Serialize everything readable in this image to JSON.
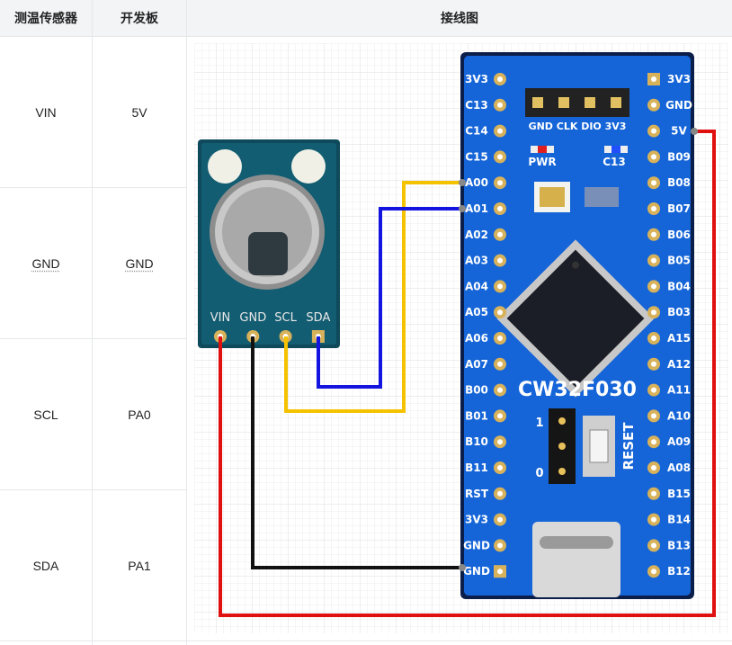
{
  "table": {
    "headers": [
      "测温传感器",
      "开发板",
      "接线图"
    ],
    "rows": [
      {
        "sensor": "VIN",
        "board": "5V"
      },
      {
        "sensor": "GND",
        "board": "GND"
      },
      {
        "sensor": "SCL",
        "board": "PA0"
      },
      {
        "sensor": "SDA",
        "board": "PA1"
      }
    ]
  },
  "diagram": {
    "sensor_pins": [
      "VIN",
      "GND",
      "SCL",
      "SDA"
    ],
    "board_name": "CW32F030",
    "left_pins": [
      "3V3",
      "C13",
      "C14",
      "C15",
      "A00",
      "A01",
      "A02",
      "A03",
      "A04",
      "A05",
      "A06",
      "A07",
      "B00",
      "B01",
      "B10",
      "B11",
      "RST",
      "3V3",
      "GND",
      "GND"
    ],
    "right_pins": [
      "3V3",
      "GND",
      "5V",
      "B09",
      "B08",
      "B07",
      "B06",
      "B05",
      "B04",
      "B03",
      "A15",
      "A12",
      "A11",
      "A10",
      "A09",
      "A08",
      "B15",
      "B14",
      "B13",
      "B12"
    ],
    "header_pins": "GND CLK DIO 3V3",
    "led_labels": [
      "PWR",
      "C13"
    ],
    "reset_label": "RESET",
    "jumper_labels": [
      "1",
      "0"
    ],
    "wire_colors": {
      "vin": "#e01010",
      "gnd": "#111111",
      "scl": "#f5c200",
      "sda": "#1414e0"
    }
  }
}
